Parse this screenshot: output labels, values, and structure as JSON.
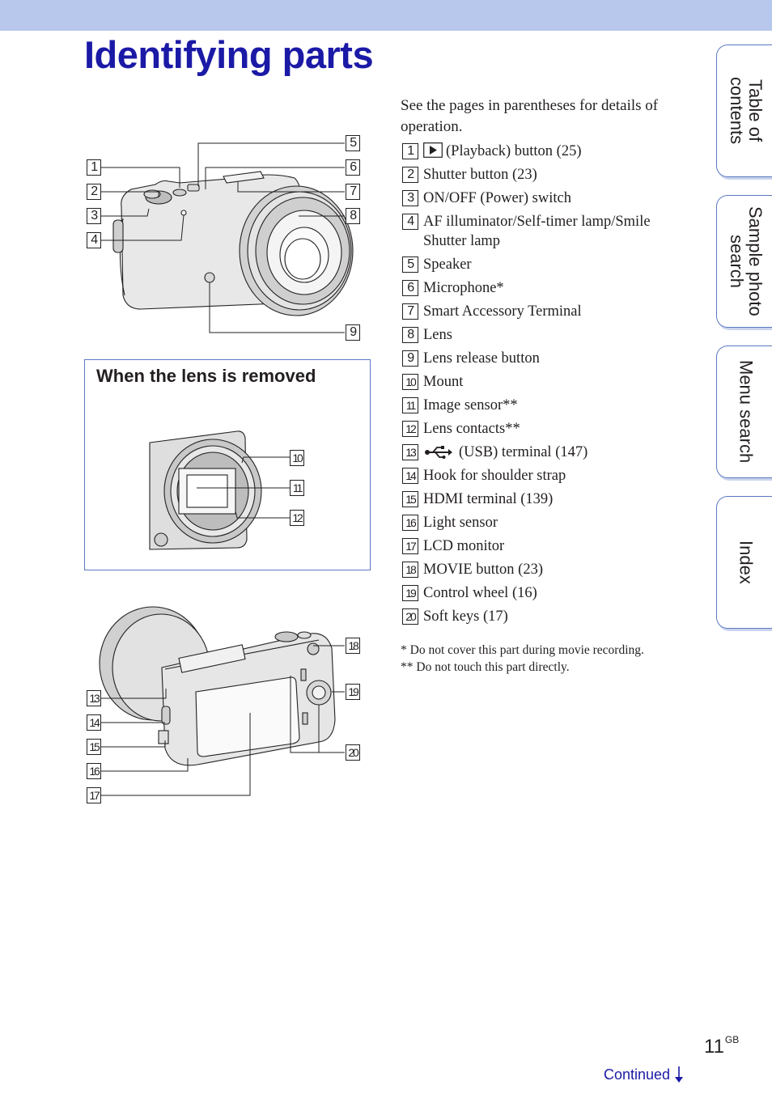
{
  "header": {
    "title": "Identifying parts"
  },
  "side_tabs": [
    {
      "label": "Table of contents"
    },
    {
      "label": "Sample photo search"
    },
    {
      "label": "Menu search"
    },
    {
      "label": "Index"
    }
  ],
  "intro": "See the pages in parentheses for details of operation.",
  "parts": [
    {
      "num": "1",
      "label": "(Playback) button (25)",
      "icon": "play-icon"
    },
    {
      "num": "2",
      "label": "Shutter button (23)"
    },
    {
      "num": "3",
      "label": "ON/OFF (Power) switch"
    },
    {
      "num": "4",
      "label": "AF illuminator/Self-timer lamp/Smile Shutter lamp"
    },
    {
      "num": "5",
      "label": "Speaker"
    },
    {
      "num": "6",
      "label": "Microphone*"
    },
    {
      "num": "7",
      "label": "Smart Accessory Terminal"
    },
    {
      "num": "8",
      "label": "Lens"
    },
    {
      "num": "9",
      "label": "Lens release button"
    },
    {
      "num": "10",
      "label": "Mount"
    },
    {
      "num": "11",
      "label": "Image sensor**"
    },
    {
      "num": "12",
      "label": "Lens contacts**"
    },
    {
      "num": "13",
      "label": "(USB) terminal (147)",
      "icon": "usb-icon"
    },
    {
      "num": "14",
      "label": "Hook for shoulder strap"
    },
    {
      "num": "15",
      "label": "HDMI terminal (139)"
    },
    {
      "num": "16",
      "label": "Light sensor"
    },
    {
      "num": "17",
      "label": "LCD monitor"
    },
    {
      "num": "18",
      "label": "MOVIE button (23)"
    },
    {
      "num": "19",
      "label": "Control wheel (16)"
    },
    {
      "num": "20",
      "label": "Soft keys (17)"
    }
  ],
  "notes": [
    "*   Do not cover this part during movie recording.",
    "** Do not touch this part directly."
  ],
  "lens_box": {
    "title": "When the lens is removed"
  },
  "footer": {
    "page_number": "11",
    "page_suffix": "GB",
    "continued": "Continued"
  }
}
